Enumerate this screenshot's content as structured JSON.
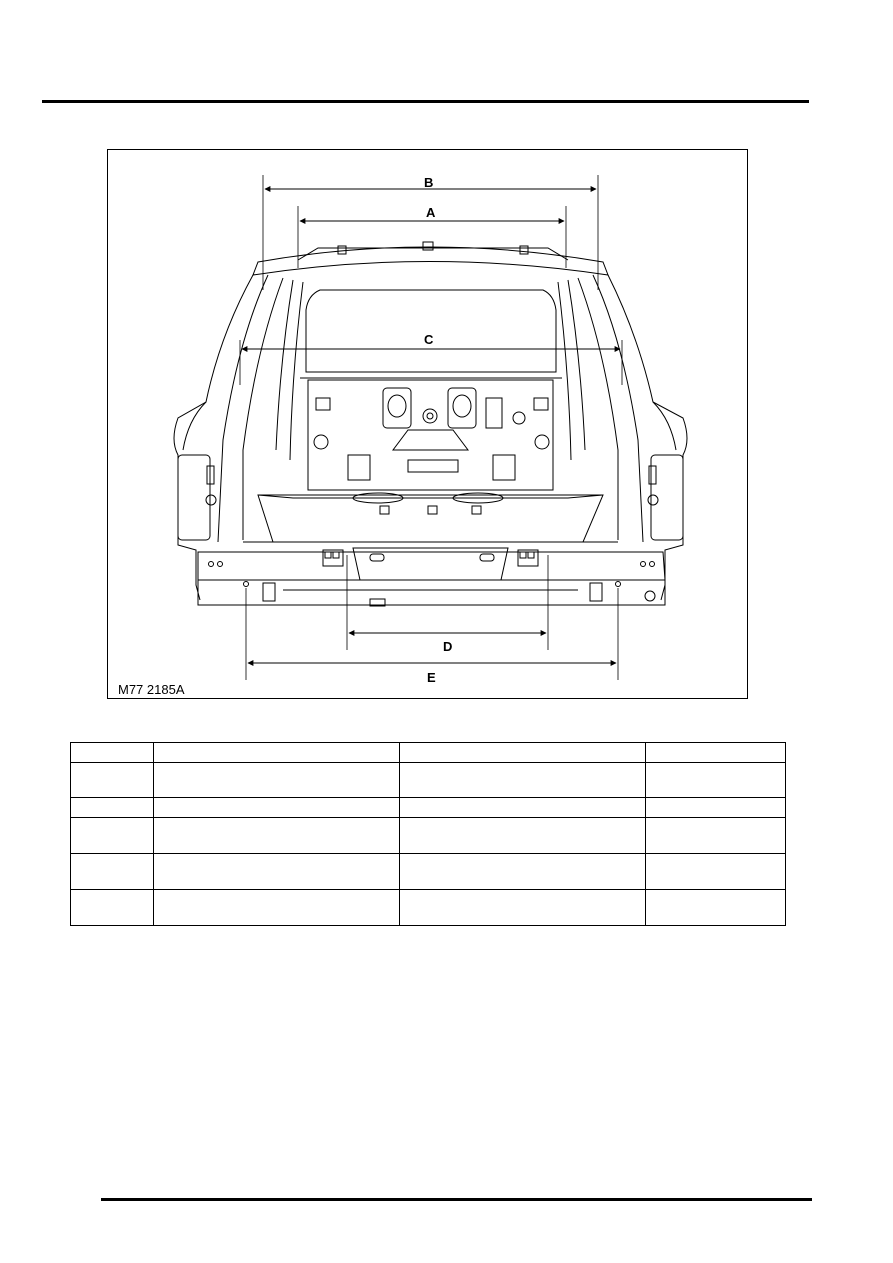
{
  "figure": {
    "code": "M77 2185A",
    "dimension_labels": {
      "a": "A",
      "b": "B",
      "c": "C",
      "d": "D",
      "e": "E"
    }
  },
  "table": {
    "rows": [
      [
        "",
        "",
        "",
        ""
      ],
      [
        "",
        "",
        "",
        ""
      ],
      [
        "",
        "",
        "",
        ""
      ],
      [
        "",
        "",
        "",
        ""
      ],
      [
        "",
        "",
        "",
        ""
      ],
      [
        "",
        "",
        "",
        ""
      ]
    ]
  }
}
